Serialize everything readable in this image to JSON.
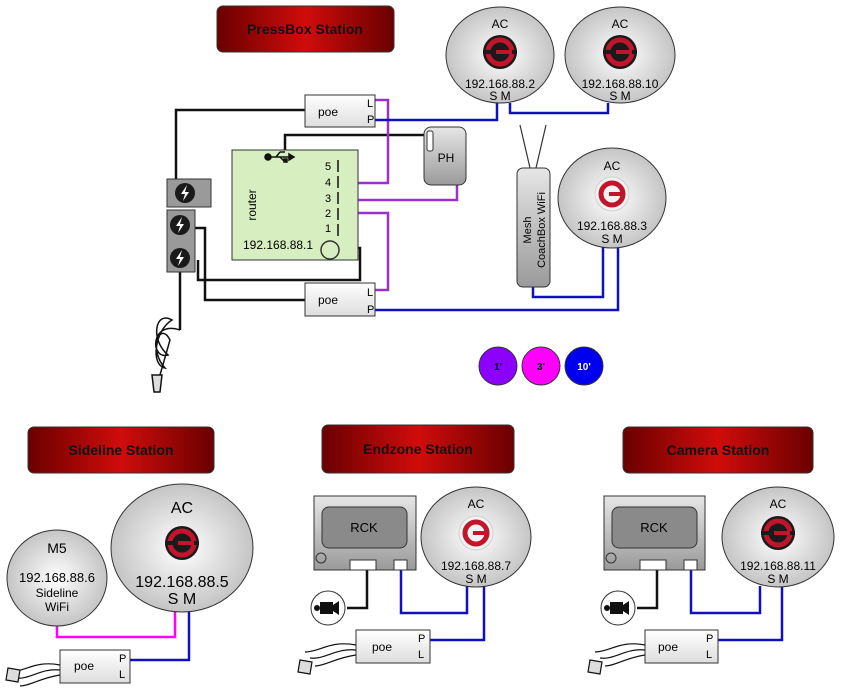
{
  "stations": {
    "pressbox": "PressBox Station",
    "sideline": "Sideline Station",
    "endzone": "Endzone Station",
    "camera": "Camera Station"
  },
  "access_points": [
    {
      "id": "ac-1",
      "label": "AC",
      "ip": "192.168.88.2",
      "ports": "S M"
    },
    {
      "id": "ac-2",
      "label": "AC",
      "ip": "192.168.88.10",
      "ports": "S M"
    },
    {
      "id": "ac-3",
      "label": "AC",
      "ip": "192.168.88.3",
      "ports": "S M"
    },
    {
      "id": "ac-4",
      "label": "AC",
      "ip": "192.168.88.5",
      "ports": "S M"
    },
    {
      "id": "ac-5",
      "label": "AC",
      "ip": "192.168.88.7",
      "ports": "S M"
    },
    {
      "id": "ac-6",
      "label": "AC",
      "ip": "192.168.88.11",
      "ports": "S M"
    }
  ],
  "poe": {
    "label": "poe",
    "port_l": "L",
    "port_p": "P"
  },
  "router": {
    "label": "router",
    "ip": "192.168.88.1",
    "ports": [
      "5",
      "4",
      "3",
      "2",
      "1"
    ]
  },
  "ph": "PH",
  "mesh": {
    "line1": "Mesh",
    "line2": "CoachBox WiFi"
  },
  "m5": {
    "title": "M5",
    "ip": "192.168.88.6",
    "line1": "Sideline",
    "line2": "WiFi"
  },
  "rck": "RCK",
  "legend": [
    {
      "label": "1'",
      "color": "#8b00ff"
    },
    {
      "label": "3'",
      "color": "#ff00ff"
    },
    {
      "label": "10'",
      "color": "#0000ee"
    }
  ],
  "colors": {
    "banner_dark": "#5a0000",
    "banner_light": "#e01010",
    "cable_purple": "#9b30d0",
    "cable_magenta": "#ff00ff",
    "cable_blue": "#1010c0"
  }
}
